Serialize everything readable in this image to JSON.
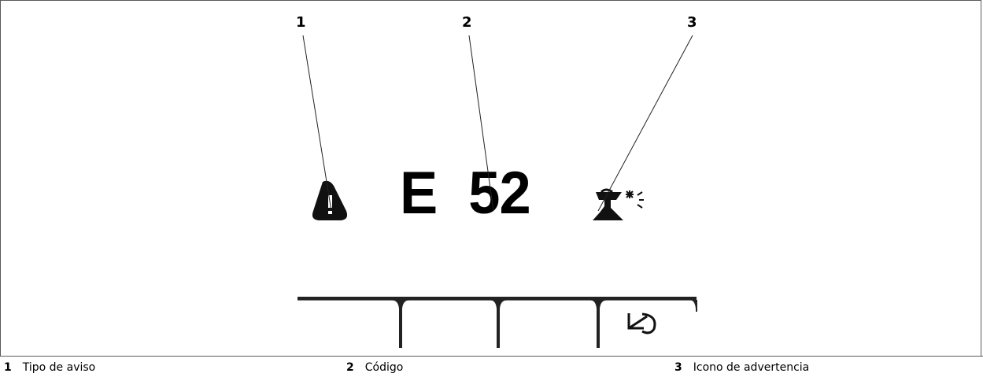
{
  "callouts": [
    {
      "number": "1",
      "label": "Tipo de aviso"
    },
    {
      "number": "2",
      "label": "Código"
    },
    {
      "number": "3",
      "label": "Icono de advertencia"
    }
  ],
  "display": {
    "code_letter": "E",
    "code_number": "52",
    "warning_type_icon": "warning-triangle-icon",
    "warning_symbol_icon": "sensor-warning-icon",
    "softkey_back_icon": "return-arrow-icon"
  }
}
